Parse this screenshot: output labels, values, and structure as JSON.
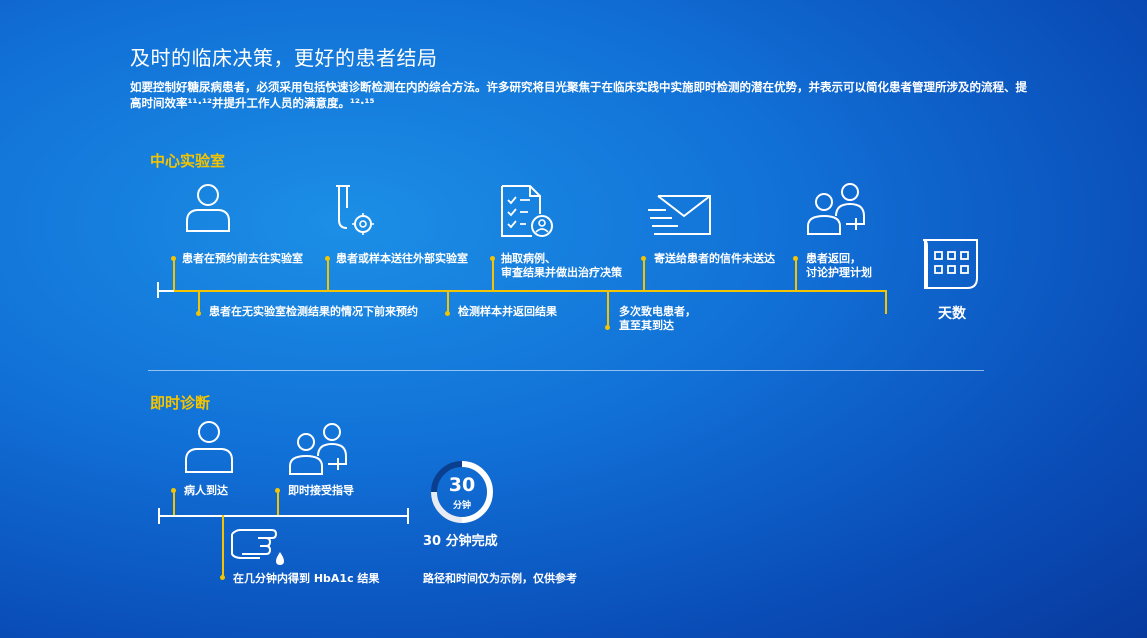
{
  "title": "及时的临床决策，更好的患者结局",
  "intro": "如要控制好糖尿病患者，必须采用包括快速诊断检测在内的综合方法。许多研究将目光聚焦于在临床实践中实施即时检测的潜在优势，并表示可以简化患者管理所涉及的流程、提高时间效率¹¹·¹²并提升工作人员的满意度。¹²·¹⁵",
  "central_lab": {
    "label": "中心实验室",
    "steps_above": [
      "患者在预约前去往实验室",
      "患者或样本送往外部实验室",
      "抽取病例、\n审查结果并做出治疗决策",
      "寄送给患者的信件未送达",
      "患者返回，\n讨论护理计划"
    ],
    "steps_below": [
      "患者在无实验室检测结果的情况下前来预约",
      "检测样本并返回结果",
      "多次致电患者，\n直至其到达"
    ],
    "duration": "天数"
  },
  "poc": {
    "label": "即时诊断",
    "steps_above": [
      "病人到达",
      "即时接受指导"
    ],
    "steps_below": [
      "在几分钟内得到 HbA1c 结果"
    ],
    "clock_number": "30",
    "clock_unit": "分钟",
    "duration": "30 分钟完成",
    "note": "路径和时间仅为示例，仅供参考"
  },
  "colors": {
    "accent": "#f5c400",
    "text": "#ffffff"
  },
  "icons": [
    "person-icon",
    "test-tube-icon",
    "checklist-icon",
    "envelope-icon",
    "consultation-icon",
    "calendar-icon",
    "clock-icon",
    "hand-drop-icon"
  ]
}
